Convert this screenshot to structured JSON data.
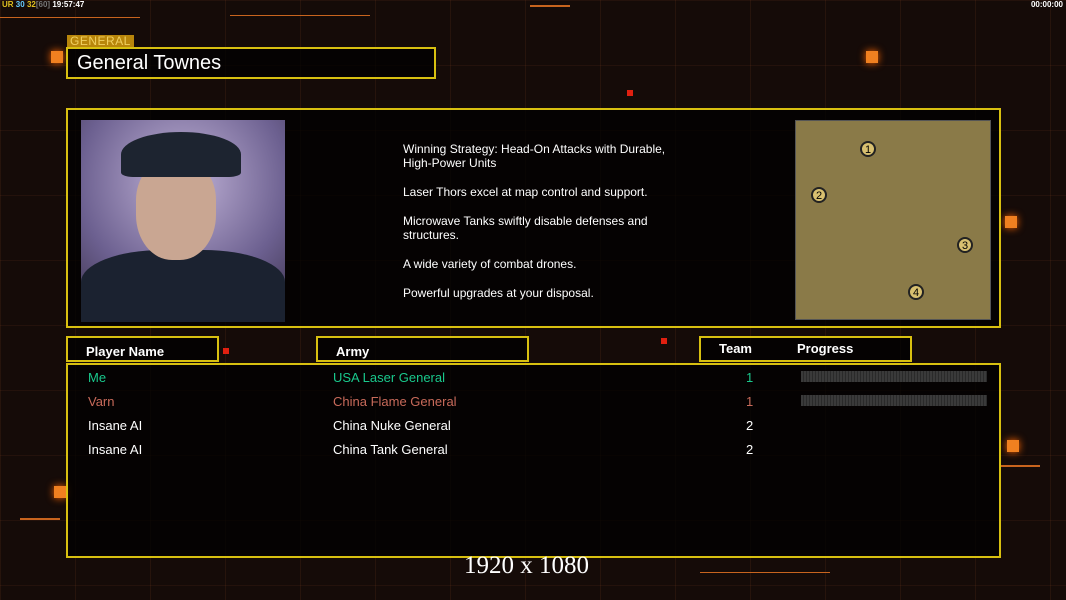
{
  "hud": {
    "fps_prefix": "UR",
    "fps1": "30",
    "fps2": "32",
    "fps_cap": "[60]",
    "clock": "19:57:47",
    "timer": "00:00:00"
  },
  "general_label": "GENERAL",
  "general_name": "General Townes",
  "description": [
    "Winning Strategy: Head-On Attacks with Durable,\n High-Power Units",
    "Laser Thors excel at map control and support.",
    "Microwave Tanks swiftly disable defenses and\n structures.",
    "A wide variety of combat drones.",
    "Powerful upgrades at your disposal."
  ],
  "minimap": {
    "starts": [
      "1",
      "2",
      "3",
      "4"
    ]
  },
  "headers": {
    "player": "Player Name",
    "army": "Army",
    "team": "Team",
    "progress": "Progress"
  },
  "players": [
    {
      "name": "Me",
      "army": "USA Laser General",
      "team": "1",
      "color": "#19c88c",
      "progress": 0
    },
    {
      "name": "Varn",
      "army": "China Flame General",
      "team": "1",
      "color": "#c86a5a",
      "progress": 0
    },
    {
      "name": "Insane AI",
      "army": "China Nuke General",
      "team": "2",
      "color": "#ffffff"
    },
    {
      "name": "Insane AI",
      "army": "China Tank General",
      "team": "2",
      "color": "#ffffff"
    }
  ],
  "resolution": "1920 x 1080"
}
